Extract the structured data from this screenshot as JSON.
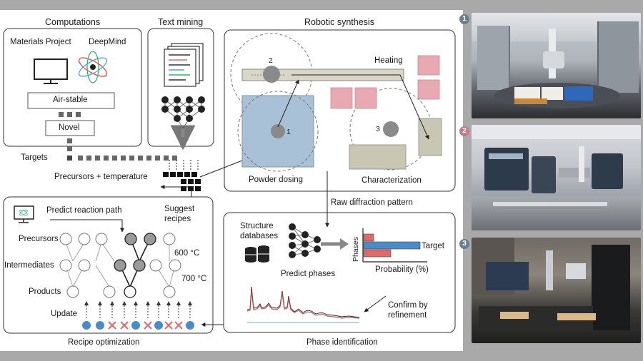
{
  "panels": {
    "computations": {
      "title": "Computations",
      "source_mp": "Materials Project",
      "source_dm": "DeepMind",
      "filter_stable": "Air-stable",
      "filter_novel": "Novel",
      "targets": "Targets"
    },
    "text_mining": {
      "title": "Text mining"
    },
    "precursors_temperature": "Precursors + temperature",
    "robotic_synthesis": {
      "title": "Robotic synthesis",
      "heating": "Heating",
      "powder_dosing": "Powder dosing",
      "characterization": "Characterization",
      "station_1": "1",
      "station_2": "2",
      "station_3": "3"
    },
    "raw_pattern": "Raw diffraction pattern",
    "suggest_recipes": [
      "Suggest",
      "recipes"
    ],
    "recipe_optimization": {
      "title": "Recipe optimization",
      "predict_path": "Predict reaction path",
      "precursors": "Precursors",
      "intermediates": "Intermediates",
      "products": "Products",
      "update": "Update",
      "temp_600": "600 °C",
      "temp_700": "700 °C"
    },
    "phase_identification": {
      "title": "Phase identification",
      "structure_db": [
        "Structure",
        "databases"
      ],
      "predict_phases": "Predict phases",
      "confirm": [
        "Confirm by",
        "refinement"
      ],
      "axis_phases": "Phases",
      "axis_probability": "Probability (%)",
      "target": "Target"
    }
  },
  "photos": {
    "badge_1": "1",
    "badge_2": "2",
    "badge_3": "3"
  },
  "probability_bars": [
    {
      "value": 0.17,
      "color": "#e06a6a"
    },
    {
      "value": 0.93,
      "color": "#4a8cc9"
    },
    {
      "value": 0.45,
      "color": "#e06a6a"
    }
  ],
  "colors": {
    "panel_bg": "#ffffff",
    "page_bg": "#a9a9a9",
    "blue": "#4a8cc9",
    "red": "#e06a6a",
    "pink_block": "#e8a9b2",
    "dosing_fill": "#a9c1d6",
    "characterization_fill": "#c9c6b4"
  }
}
